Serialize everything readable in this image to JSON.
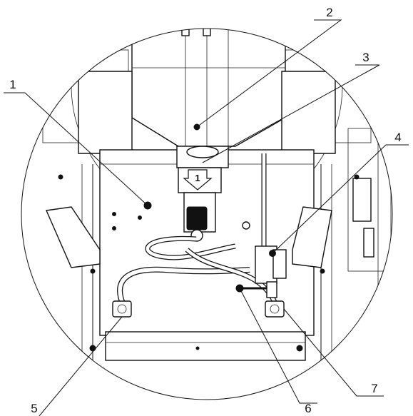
{
  "callouts": [
    {
      "id": "c1",
      "label": "1"
    },
    {
      "id": "c2",
      "label": "2"
    },
    {
      "id": "c3",
      "label": "3"
    },
    {
      "id": "c4",
      "label": "4"
    },
    {
      "id": "c5",
      "label": "5"
    },
    {
      "id": "c6",
      "label": "6"
    },
    {
      "id": "c7",
      "label": "7"
    }
  ],
  "valve_marker": "1"
}
